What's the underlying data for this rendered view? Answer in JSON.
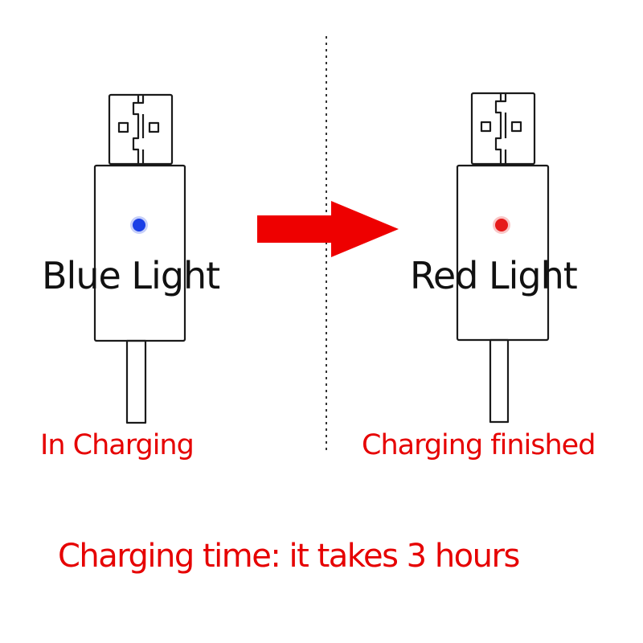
{
  "left": {
    "light_label": "Blue Light",
    "status": "In Charging",
    "led_color": "#1a3fe6"
  },
  "right": {
    "light_label": "Red Light",
    "status": "Charging finished",
    "led_color": "#e61a1a"
  },
  "footer": {
    "note": "Charging time: it takes 3 hours"
  },
  "colors": {
    "accent": "#e60000",
    "arrow": "#ee0000",
    "outline": "#1a1a1a",
    "text": "#111111"
  }
}
